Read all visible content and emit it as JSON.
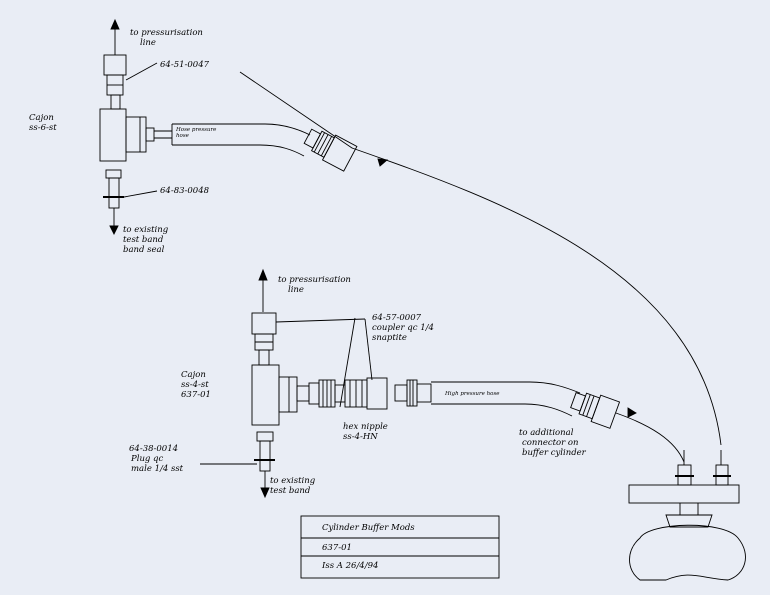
{
  "diagram": {
    "top_assembly": {
      "to_pressurisation_line": [
        "to pressurisation",
        "line"
      ],
      "part_upper": "64-51-0047",
      "cajon_label": [
        "Cajon",
        "ss-6-st"
      ],
      "part_lower": "64-83-0048",
      "to_existing": [
        "to existing",
        "test band",
        "band seal"
      ],
      "hose_label": [
        "Hose pressure",
        "hose"
      ]
    },
    "bottom_assembly": {
      "to_pressurisation_line": [
        "to pressurisation",
        "line"
      ],
      "coupler_label": [
        "64-57-0007",
        "coupler qc 1/4",
        "snaptite"
      ],
      "cajon_label": [
        "Cajon",
        "ss-4-st",
        "637-01"
      ],
      "hex_nipple_label": [
        "hex nipple",
        "ss-4-HN"
      ],
      "plug_label": [
        "64-38-0014",
        "Plug qc",
        "male 1/4 sst"
      ],
      "to_existing": [
        "to existing",
        "test band"
      ],
      "hose_label": "High pressure hose",
      "to_additional": [
        "to additional",
        "connector on",
        "buffer cylinder"
      ]
    },
    "title_block": {
      "rows": [
        "Cylinder Buffer Mods",
        "637-01",
        "Iss A 26/4/94"
      ]
    }
  }
}
